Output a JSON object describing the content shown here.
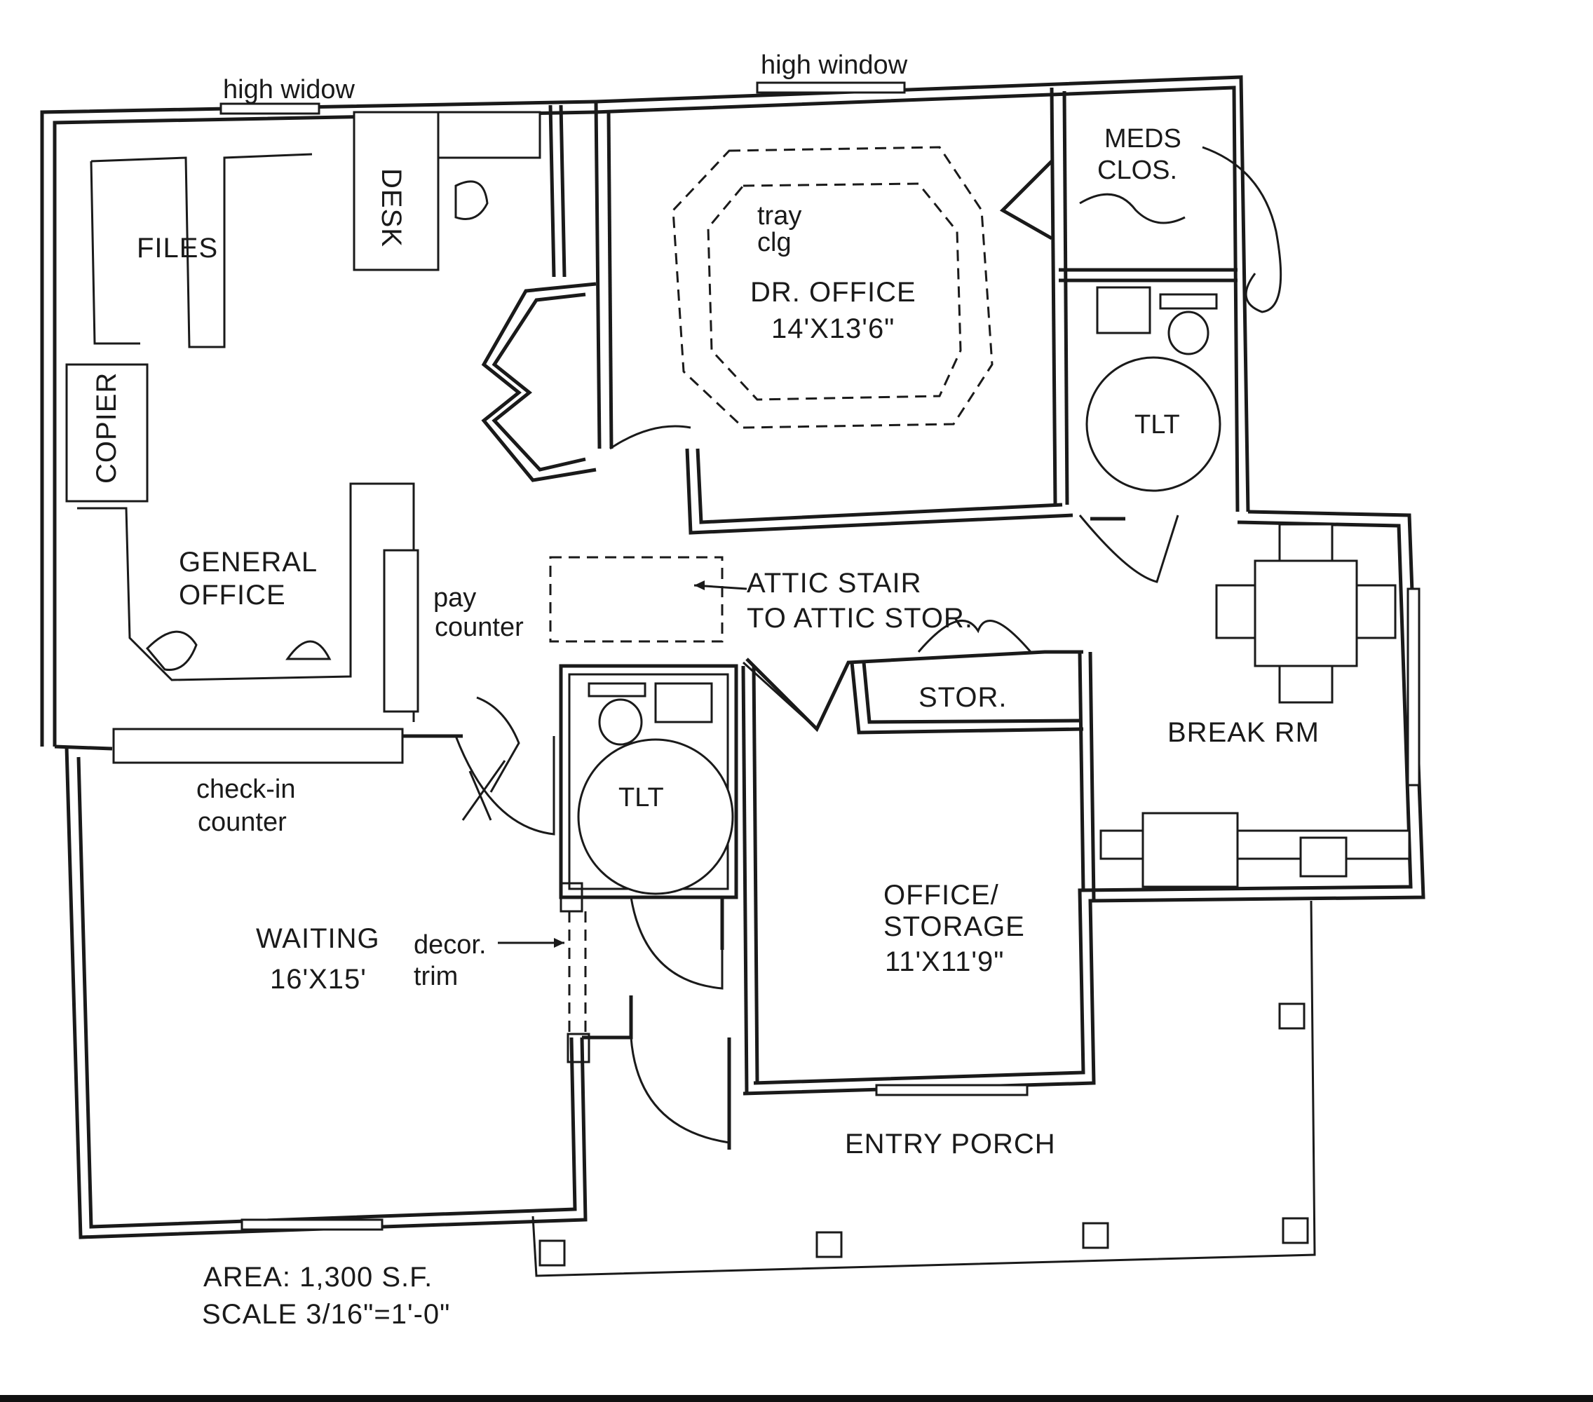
{
  "plan": {
    "windows": {
      "top_left": "high widow",
      "top_center": "high window"
    },
    "rooms": {
      "files": "FILES",
      "desk": "DESK",
      "copier": "COPIER",
      "general_office": [
        "GENERAL",
        "OFFICE"
      ],
      "pay_counter": [
        "pay",
        "counter"
      ],
      "check_in_counter": [
        "check-in",
        "counter"
      ],
      "dr_office": [
        "DR. OFFICE",
        "14'X13'6\""
      ],
      "tray_clg": [
        "tray",
        "clg"
      ],
      "meds_clos": [
        "MEDS",
        "CLOS."
      ],
      "tlt_upper": "TLT",
      "tlt_lower": "TLT",
      "attic_stair": [
        "ATTIC STAIR",
        "TO ATTIC STOR."
      ],
      "stor": "STOR.",
      "break_rm": "BREAK RM",
      "office_storage": [
        "OFFICE/",
        "STORAGE",
        "11'X11'9\""
      ],
      "waiting": [
        "WAITING",
        "16'X15'"
      ],
      "decor_trim": [
        "decor.",
        "trim"
      ],
      "entry_porch": "ENTRY PORCH"
    },
    "notes": {
      "area": "AREA: 1,300 S.F.",
      "scale": "SCALE 3/16\"=1'-0\""
    }
  }
}
